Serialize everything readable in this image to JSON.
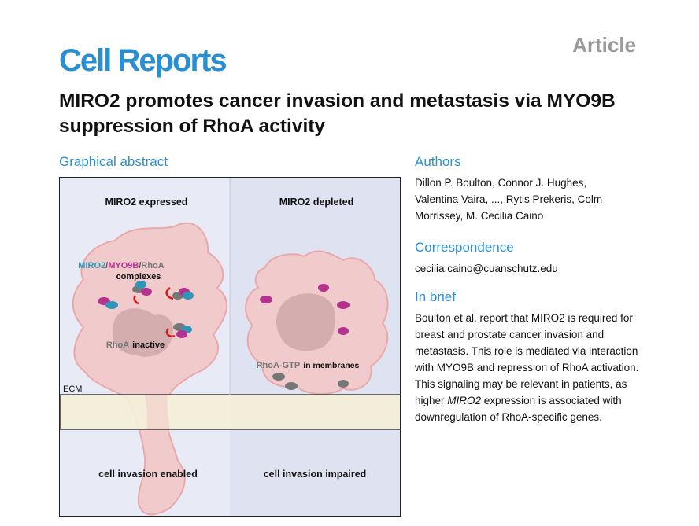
{
  "header": {
    "journal": "Cell Reports",
    "article_type": "Article"
  },
  "title": "MIRO2 promotes cancer invasion and metastasis via MYO9B suppression of RhoA activity",
  "graphical_abstract": {
    "heading": "Graphical abstract",
    "left_panel_title": "MIRO2 expressed",
    "right_panel_title": "MIRO2 depleted",
    "complex_label": {
      "miro2": "MIRO2",
      "sep1": "/",
      "myo9b": "MYO9B",
      "sep2": "/",
      "rhoa": "RhoA",
      "line2": "complexes"
    },
    "rhoa_prefix": "RhoA",
    "rhoa_state": "inactive",
    "rhoa_gtp_prefix": "RhoA-GTP",
    "rhoa_gtp_suffix": "in membranes",
    "ecm_label": "ECM",
    "left_caption": "cell invasion enabled",
    "right_caption": "cell invasion impaired",
    "colors": {
      "miro2": "#2e97b8",
      "myo9b": "#b5318f",
      "rhoa": "#777777",
      "cell": "#f1cbcc",
      "ecm": "#f5f0d8",
      "accent": "#2a8fd1"
    }
  },
  "authors": {
    "heading": "Authors",
    "text": "Dillon P. Boulton, Connor J. Hughes, Valentina Vaira, ..., Rytis Prekeris, Colm Morrissey, M. Cecilia Caino"
  },
  "correspondence": {
    "heading": "Correspondence",
    "email": "cecilia.caino@cuanschutz.edu"
  },
  "in_brief": {
    "heading": "In brief",
    "text_before": "Boulton et al. report that MIRO2 is required for breast and prostate cancer invasion and metastasis. This role is mediated via interaction with MYO9B and repression of RhoA activation. This signaling may be relevant in patients, as higher ",
    "text_italic": "MIRO2",
    "text_after": " expression is associated with downregulation of RhoA-specific genes."
  }
}
